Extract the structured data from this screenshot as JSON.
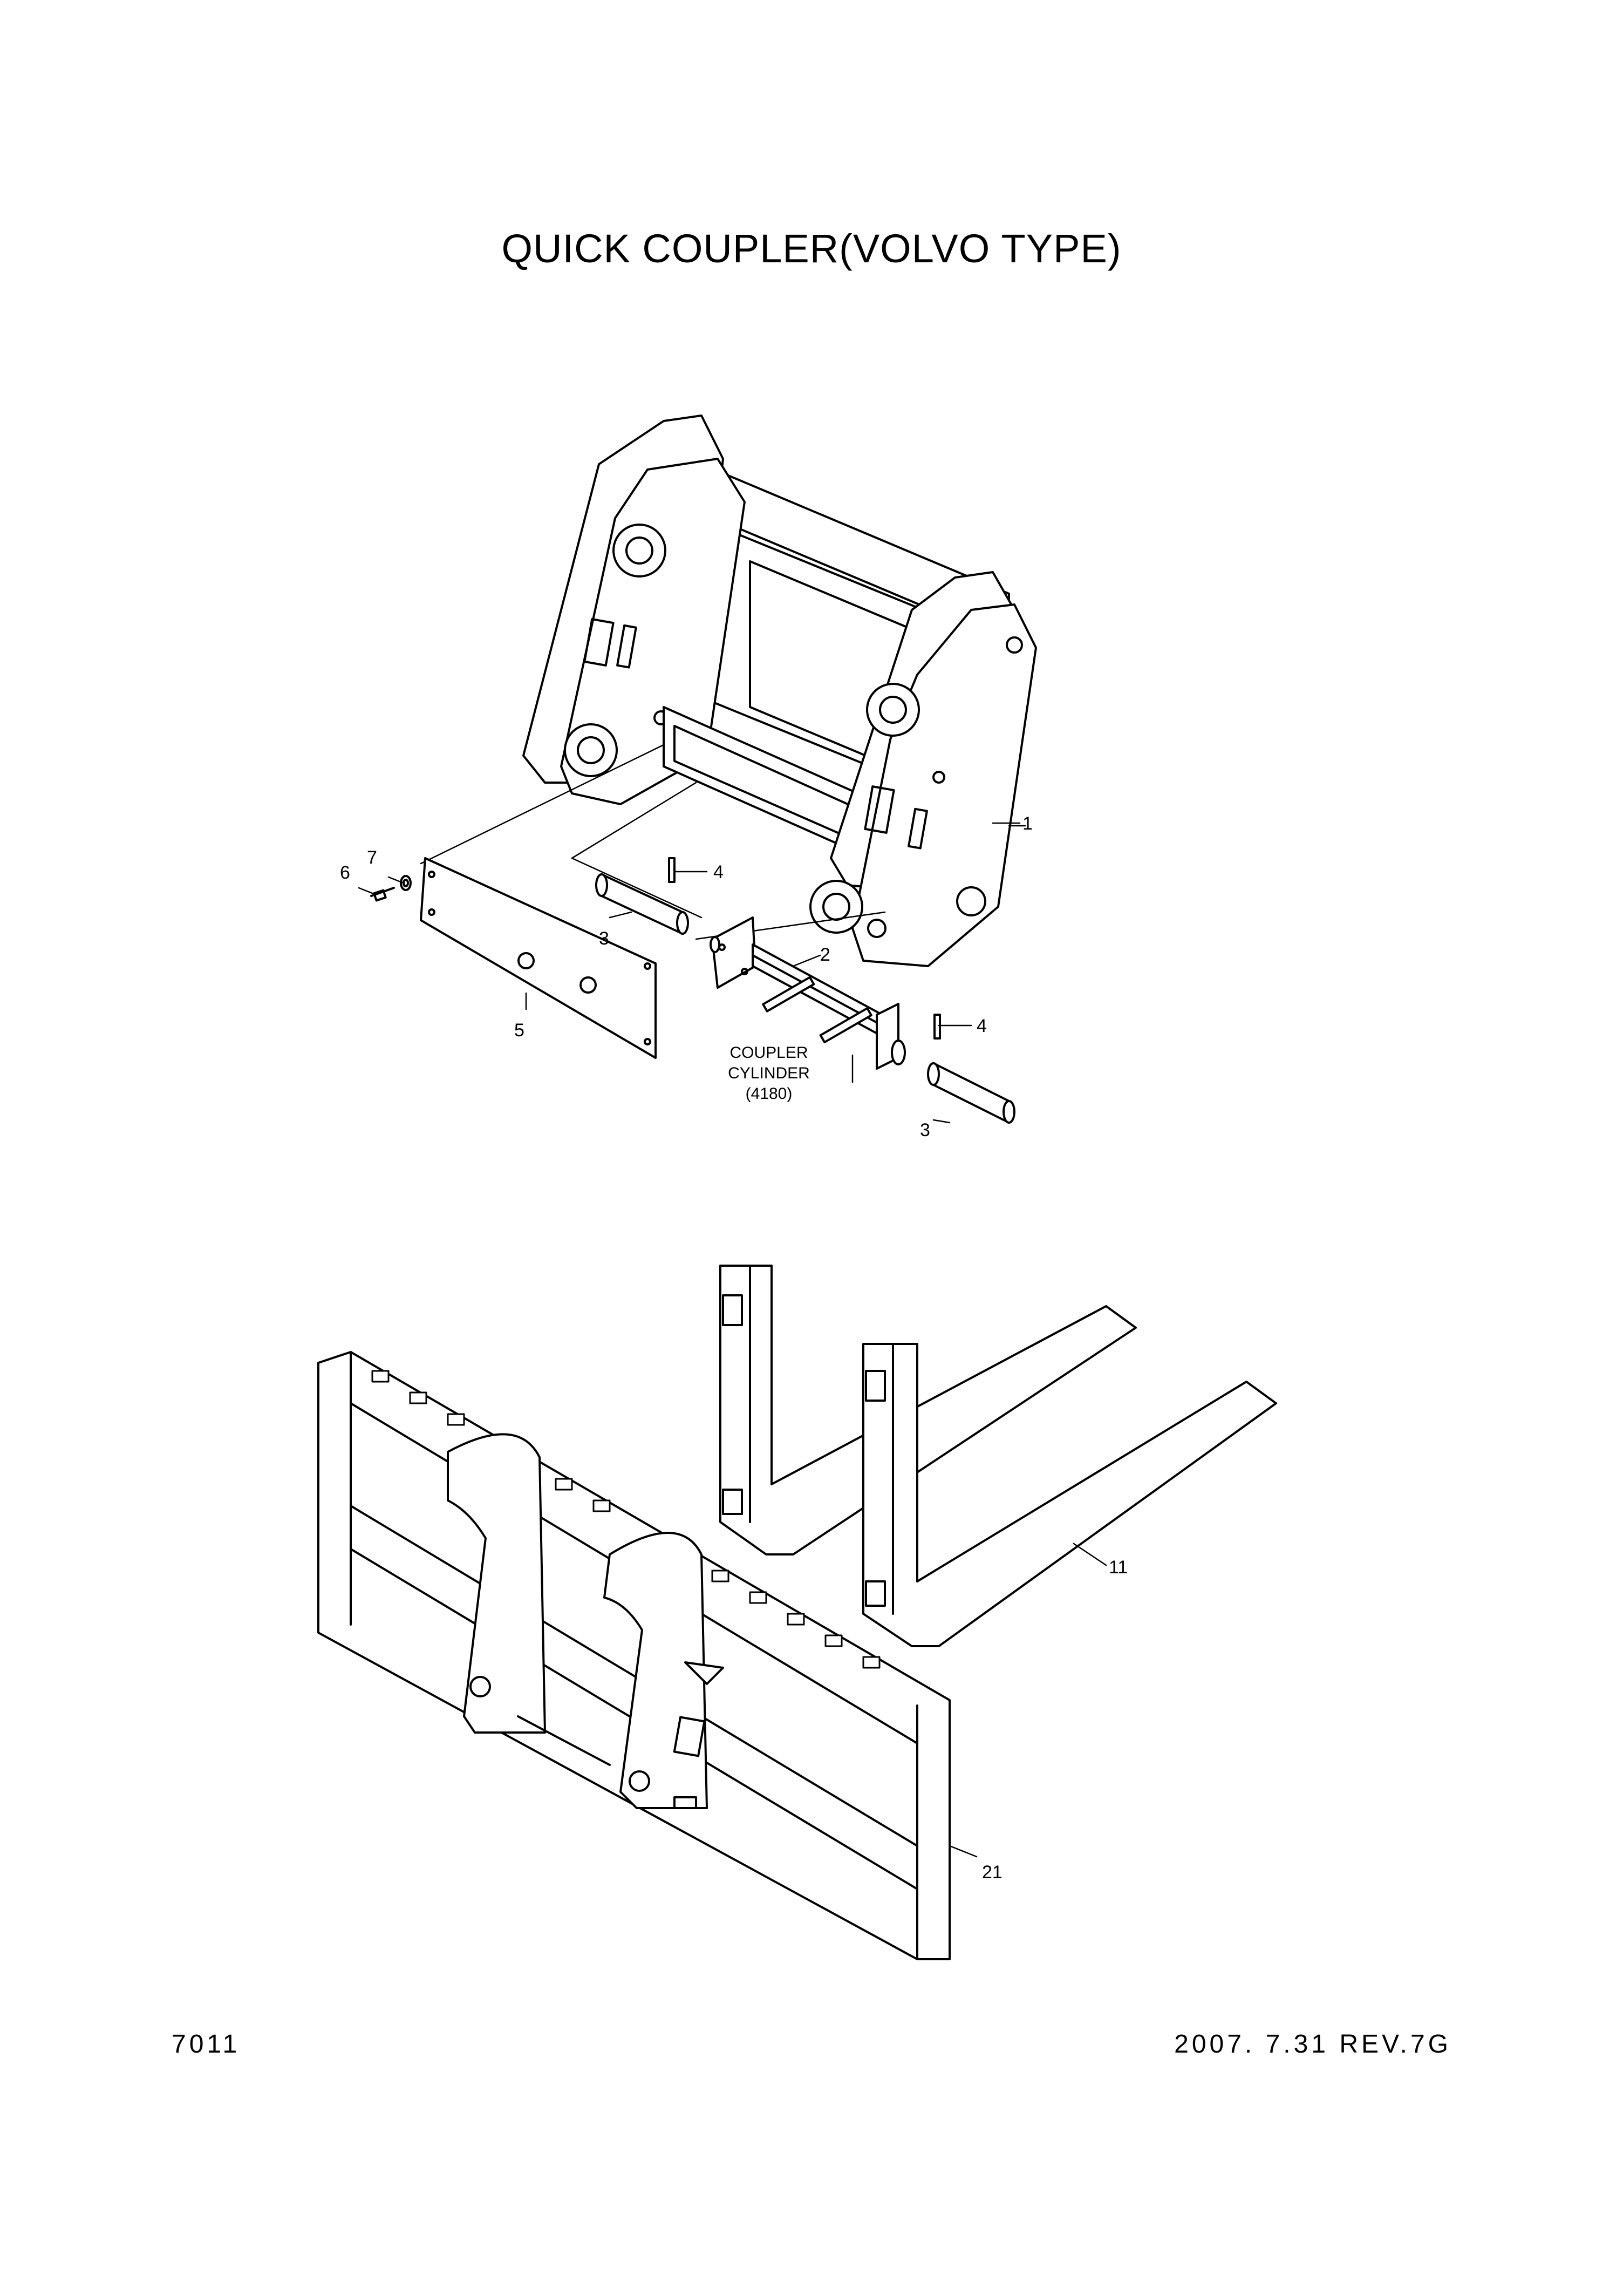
{
  "title": "QUICK COUPLER(VOLVO TYPE)",
  "page_number": "7011",
  "revision": "2007. 7.31  REV.7G",
  "callouts": {
    "c1": "1",
    "c2": "2",
    "c3a": "3",
    "c3b": "3",
    "c4a": "4",
    "c4b": "4",
    "c5": "5",
    "c6": "6",
    "c7": "7",
    "c11": "11",
    "c21": "21"
  },
  "coupler_label": {
    "line1": "COUPLER",
    "line2": "CYLINDER",
    "line3": "(4180)"
  }
}
